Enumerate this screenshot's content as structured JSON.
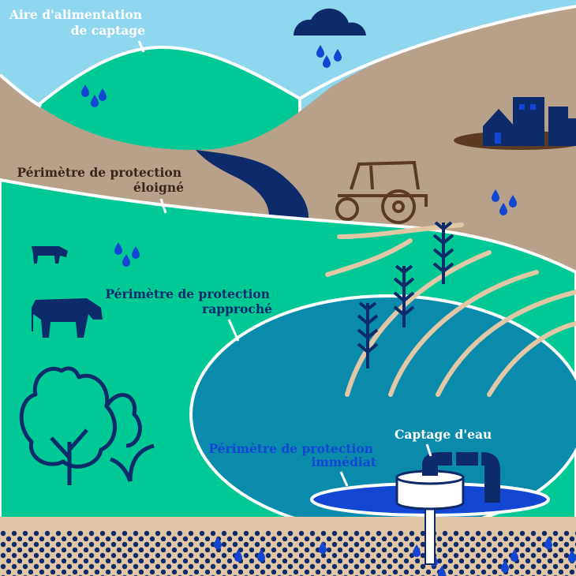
{
  "labels": {
    "catchment_area": [
      "Aire d'alimentation",
      "de captage"
    ],
    "far_perimeter": [
      "Périmètre de protection",
      "éloigné"
    ],
    "close_perimeter": [
      "Périmètre de protection",
      "rapproché"
    ],
    "immediate_perimeter": [
      "Périmètre de protection",
      "immédiat"
    ],
    "water_catchment": "Captage d'eau"
  },
  "colors": {
    "sky": "#8fd6ef",
    "green": "#00c995",
    "brown_land": "#b7a18a",
    "navy": "#0d2a6b",
    "close_zone": "#0a8bac",
    "immediate_zone": "#1346d2",
    "ground": "#e2c7a6",
    "dark_brown": "#5a3a22",
    "wheat_stalks": "#e2c7a6"
  },
  "icons": [
    "cloud-rain-icon",
    "water-drops-icon",
    "village-icon",
    "tractor-icon",
    "cow-icon",
    "tree-icon",
    "wheat-icon",
    "well-pump-icon",
    "river"
  ]
}
